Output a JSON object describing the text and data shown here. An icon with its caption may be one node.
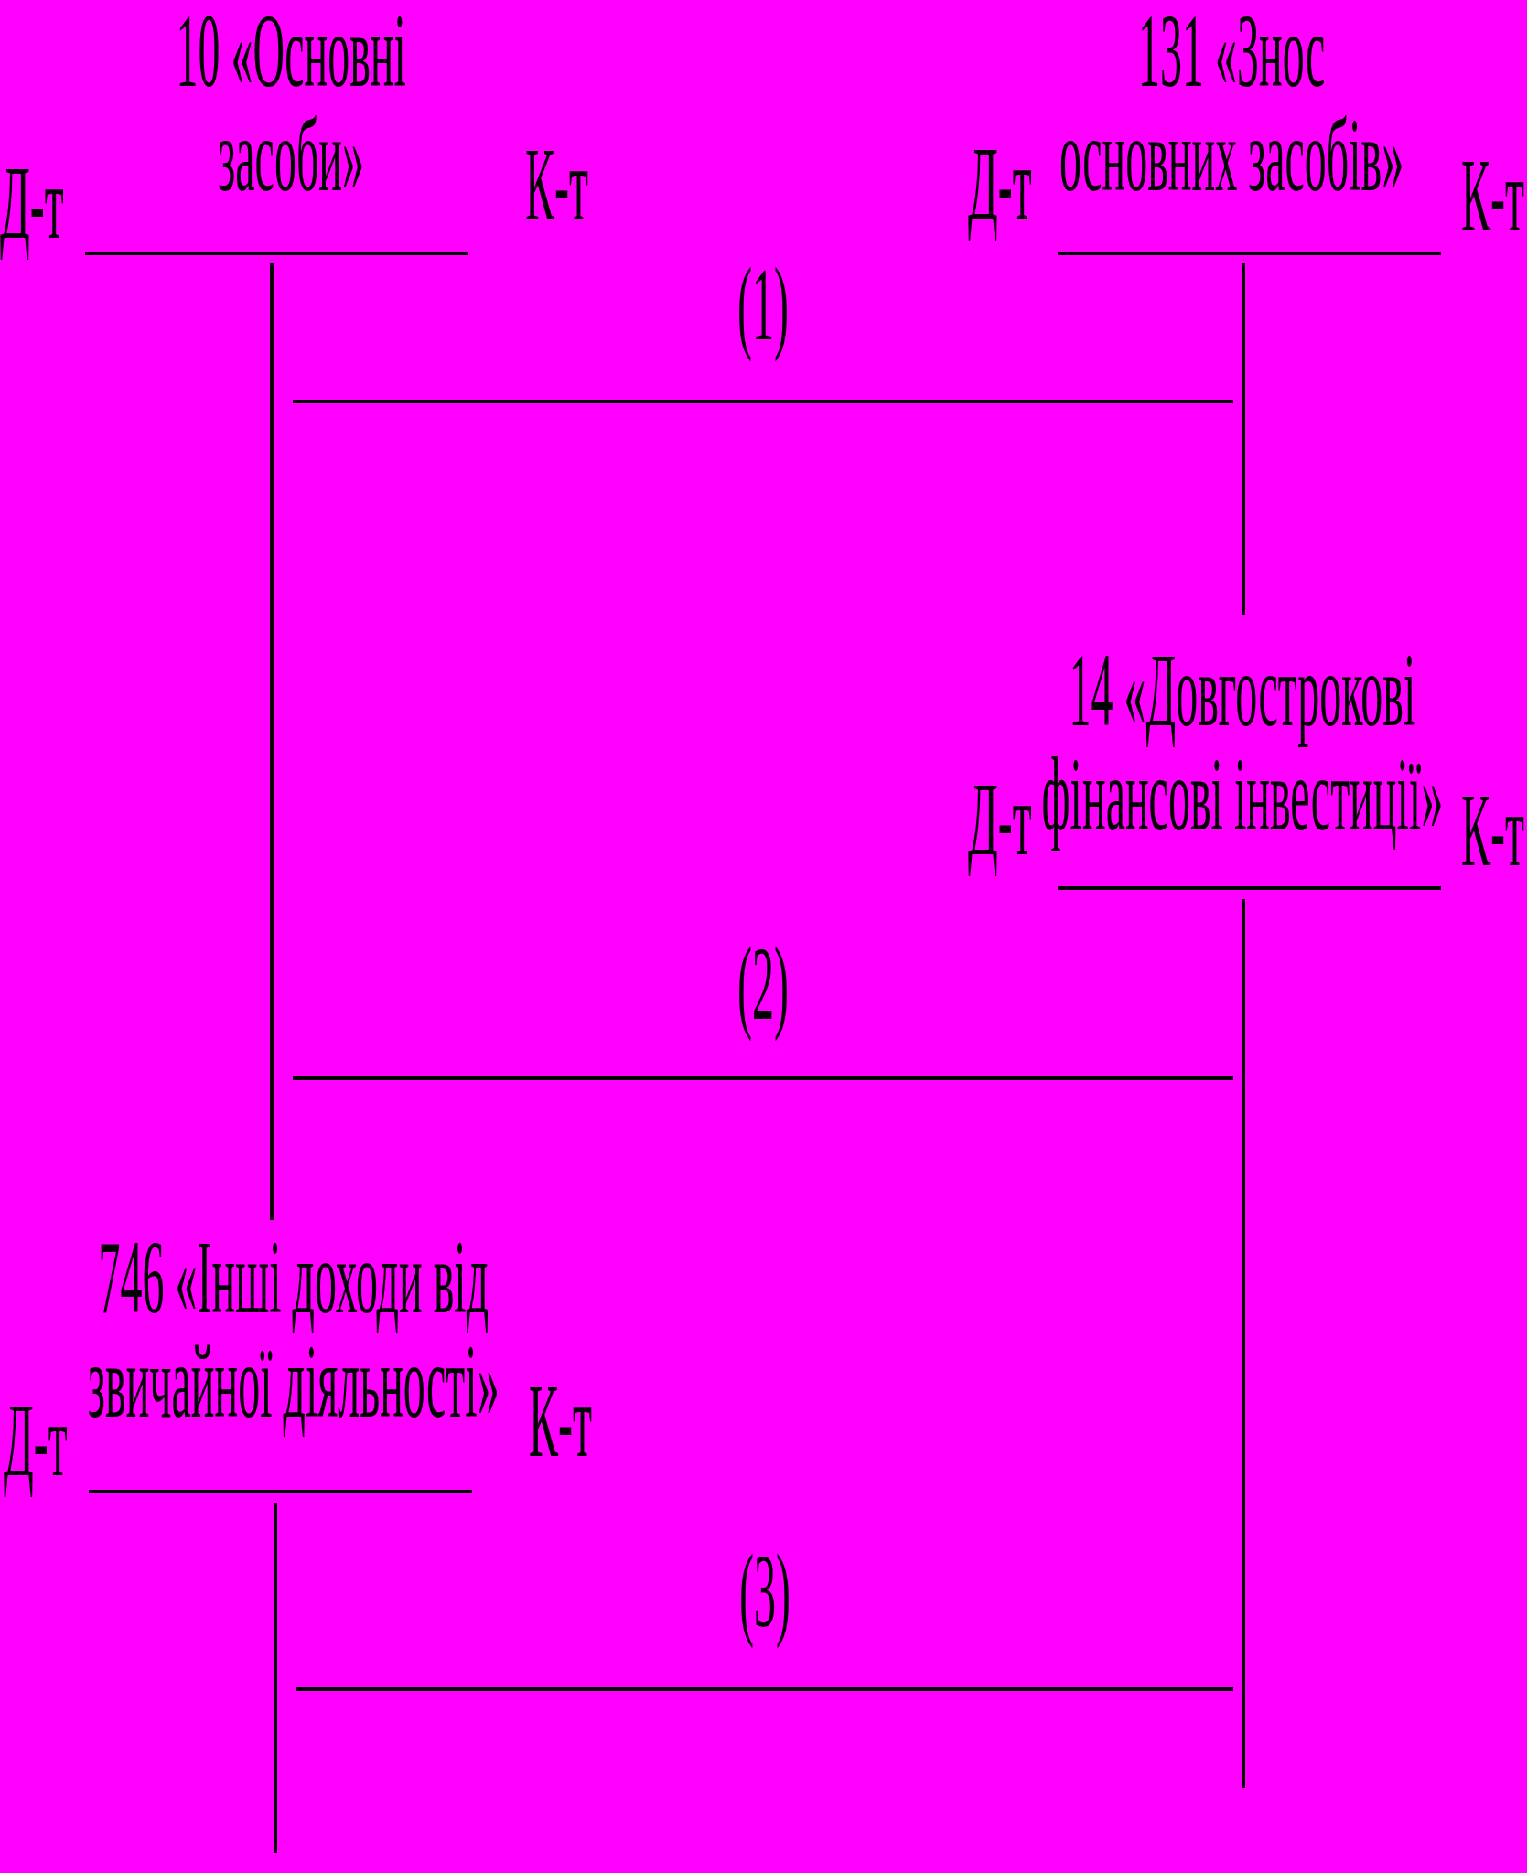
{
  "diagram": {
    "nodes": [
      {
        "text": [
          "10 «Основні засоби»"
        ],
        "beside": [
          "Д-т",
          "К-т"
        ]
      },
      {
        "text": [
          "131 «Знос основних засобів»"
        ],
        "beside": [
          "Д-т",
          "К-т"
        ]
      },
      {
        "text": [
          "14 «Довгострокові фінансові інвестиції»"
        ],
        "beside": [
          "Д-т",
          "К-т"
        ]
      },
      {
        "text": [
          "746 «Інші доходи від звичайної діяльності»"
        ],
        "beside": [
          "Д-т",
          "К-т"
        ]
      }
    ],
    "edges": [
      {
        "from": 0,
        "to": 1,
        "arrow": "none",
        "label": "(1)"
      },
      {
        "from": 0,
        "to": 2,
        "arrow": "none",
        "label": "(2)"
      },
      {
        "from": 3,
        "to": 2,
        "arrow": "none",
        "label": "(3)"
      }
    ]
  }
}
